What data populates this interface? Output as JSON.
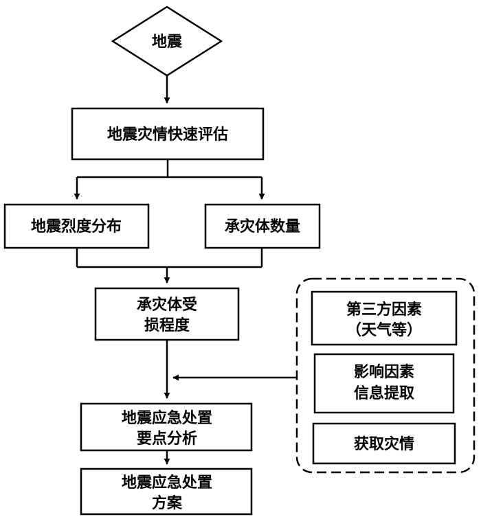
{
  "diagram": {
    "start": "地震",
    "quick_assessment": "地震灾情快速评估",
    "intensity_distribution": "地震烈度分布",
    "exposure_count": "承灾体数量",
    "damage_degree": [
      "承灾体受",
      "损程度"
    ],
    "key_points_analysis": [
      "地震应急处置",
      "要点分析"
    ],
    "response_plan": [
      "地震应急处置",
      "方案"
    ],
    "side_panel": {
      "third_party": [
        "第三方因素",
        "（天气等）"
      ],
      "info_extraction": [
        "影响因素",
        "信息提取"
      ],
      "acquire_disaster": "获取灾情"
    }
  }
}
